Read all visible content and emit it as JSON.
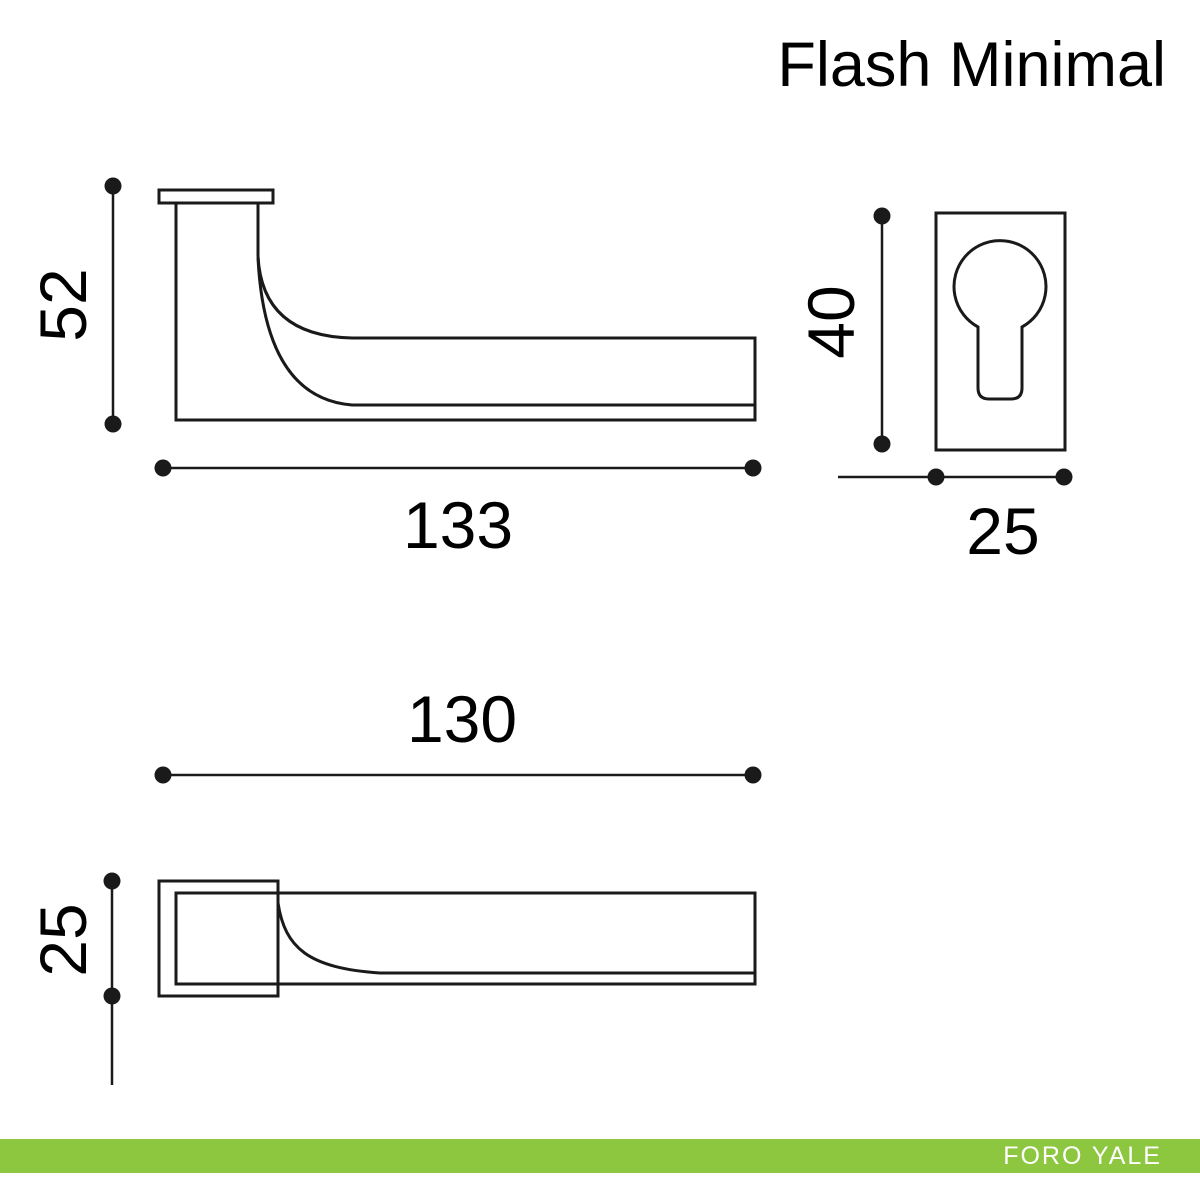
{
  "title": "Flash Minimal",
  "footer": {
    "label": "FORO YALE",
    "bar_color": "#8DC63F"
  },
  "drawing": {
    "ink_color": "#1a1a1a",
    "side_view": {
      "height_label": "52",
      "length_label": "133"
    },
    "escutcheon": {
      "height_label": "40",
      "width_label": "25"
    },
    "top_view": {
      "length_label": "130",
      "depth_label": "25"
    }
  }
}
